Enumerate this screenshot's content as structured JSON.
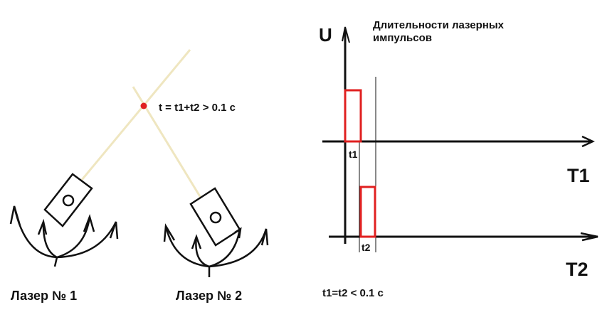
{
  "left": {
    "intersection_label": "t = t1+t2 > 0.1 c",
    "laser1_label": "Лазер № 1",
    "laser2_label": "Лазер № 2"
  },
  "right": {
    "y_axis_label": "U",
    "title_line1": "Длительности лазерных",
    "title_line2": "импульсов",
    "pulse1_label": "t1",
    "pulse2_label": "t2",
    "axis1_label": "T1",
    "axis2_label": "T2",
    "condition": "t1=t2 < 0.1 c"
  },
  "colors": {
    "beam": "#efe6c0",
    "pulse": "#e02020",
    "dot": "#e02020",
    "ink": "#111111"
  }
}
